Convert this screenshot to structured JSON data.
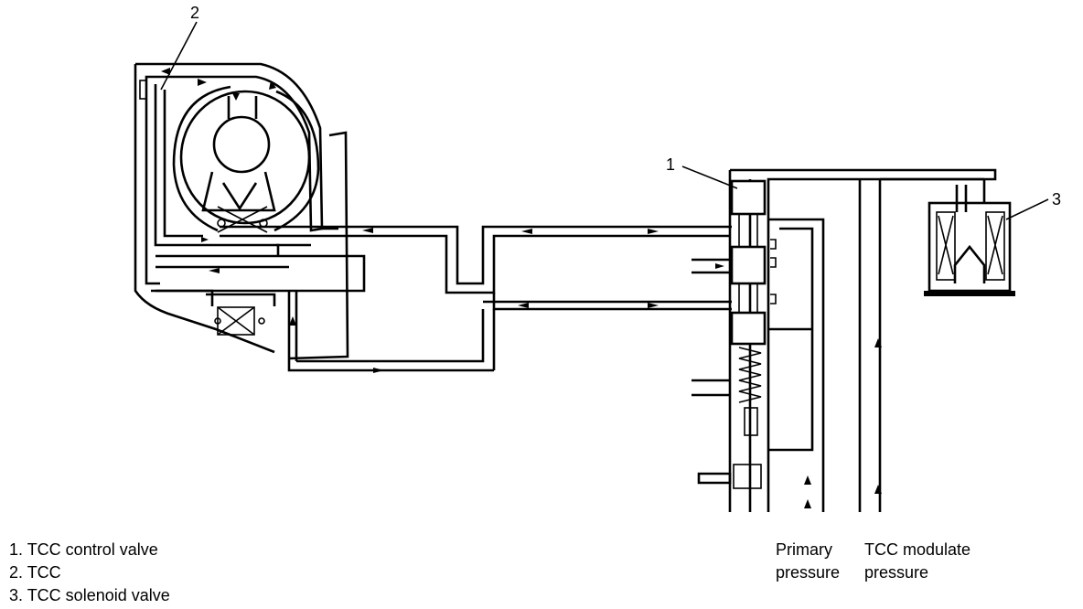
{
  "callouts": [
    {
      "id": "1",
      "text": "1"
    },
    {
      "id": "2",
      "text": "2"
    },
    {
      "id": "3",
      "text": "3"
    }
  ],
  "legend": [
    {
      "text": "1. TCC control valve"
    },
    {
      "text": "2. TCC"
    },
    {
      "text": "3. TCC solenoid valve"
    }
  ],
  "pressure_labels": {
    "primary": {
      "line1": "Primary",
      "line2": "pressure"
    },
    "modulate": {
      "line1": "TCC modulate",
      "line2": "pressure"
    }
  }
}
